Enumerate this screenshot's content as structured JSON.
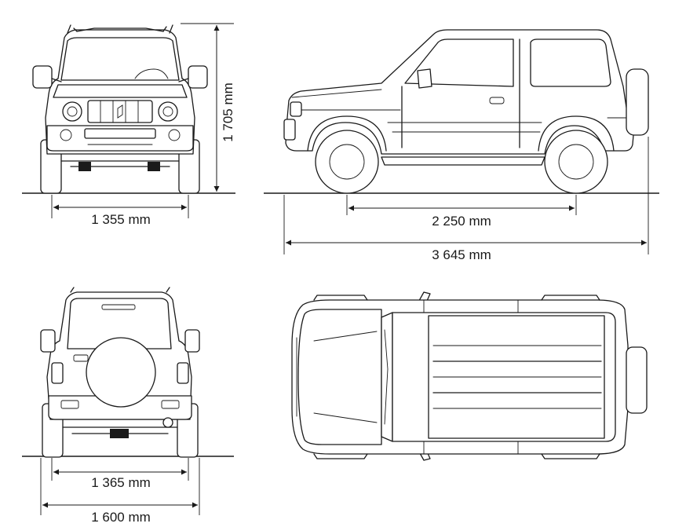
{
  "dimensions": {
    "front_track": "1 355 mm",
    "height": "1 705 mm",
    "wheelbase": "2 250 mm",
    "length": "3 645 mm",
    "rear_track": "1 365 mm",
    "width": "1 600 mm"
  }
}
